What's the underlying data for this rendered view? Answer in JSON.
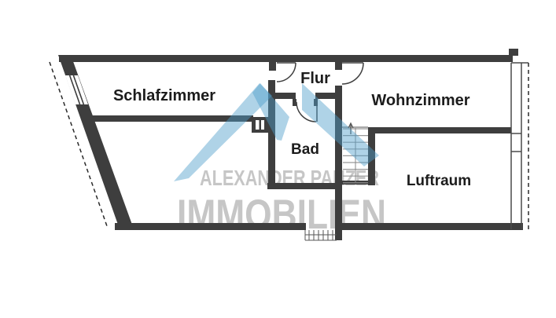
{
  "watermark": {
    "line1": "ALEXANDER PANZER",
    "line2": "IMMOBILIEN"
  },
  "rooms": {
    "schlafzimmer": "Schlafzimmer",
    "flur": "Flur",
    "wohnzimmer": "Wohnzimmer",
    "bad": "Bad",
    "luftraum": "Luftraum"
  },
  "colors": {
    "wall": "#3e3e3e",
    "thin_line": "#4a4a4a",
    "stair_tread": "#999999",
    "logo_blue": "#4d9ec9",
    "watermark_gray": "#c6c6c6",
    "label": "#1c1c1c"
  }
}
